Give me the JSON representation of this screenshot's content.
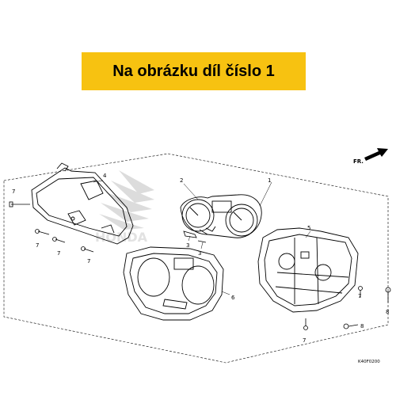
{
  "banner": {
    "text": "Na obrázku díl číslo 1"
  },
  "direction_label": "FR.",
  "watermark": "HONDA",
  "diagram_code": "K40F0200",
  "part_labels": {
    "p1": "1",
    "p2": "2",
    "p3a": "3",
    "p3b": "3",
    "p4": "4",
    "p5": "5",
    "p6": "6",
    "p7a": "7",
    "p7b": "7",
    "p7c": "7",
    "p7d": "7",
    "p7e": "7",
    "p7f": "7",
    "p8a": "8",
    "p8b": "8"
  },
  "colors": {
    "banner": "#f7c211",
    "line": "#000000",
    "watermark": "#d8d8d8"
  }
}
